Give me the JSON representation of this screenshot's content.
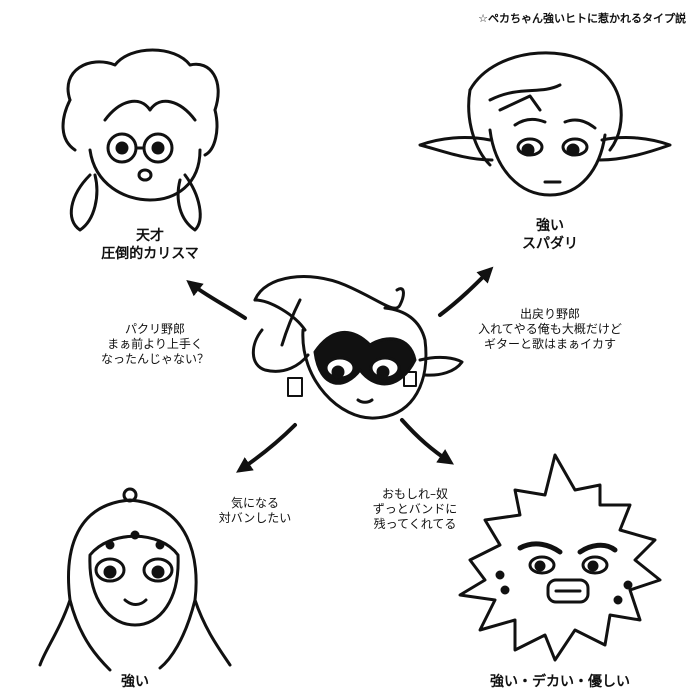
{
  "title": "☆ペカちゃん強いヒトに惹かれるタイプ説",
  "nodes": {
    "top_left": {
      "lines": [
        "天才",
        "圧倒的カリスマ"
      ]
    },
    "top_right": {
      "lines": [
        "強い",
        "スパダリ"
      ]
    },
    "bottom_left": {
      "lines": [
        "強い"
      ]
    },
    "bottom_right": {
      "lines": [
        "強い・デカい・優しい"
      ]
    }
  },
  "edges": {
    "top_left": {
      "lines": [
        "パクリ野郎",
        "まぁ前より上手く",
        "なったんじゃない？"
      ]
    },
    "top_right": {
      "lines": [
        "出戻り野郎",
        "入れてやる俺も大概だけど",
        "ギターと歌はまぁイカす"
      ]
    },
    "bottom_left": {
      "lines": [
        "気になる",
        "対バンしたい"
      ]
    },
    "bottom_right": {
      "lines": [
        "おもしれ–奴",
        "ずっとバンドに",
        "残ってくれてる"
      ]
    }
  },
  "colors": {
    "ink": "#111111",
    "background": "#ffffff"
  }
}
